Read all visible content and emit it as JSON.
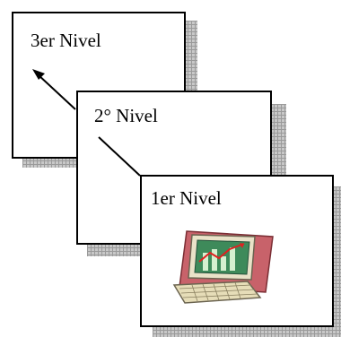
{
  "diagram": {
    "levels": [
      {
        "label": "3er Nivel"
      },
      {
        "label": "2° Nivel"
      },
      {
        "label": "1er Nivel"
      }
    ],
    "icon": "computer-chart-icon"
  }
}
